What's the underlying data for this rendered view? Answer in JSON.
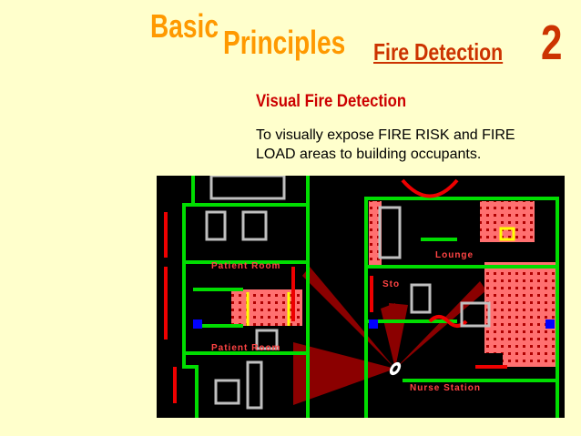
{
  "header": {
    "word1": "Basic",
    "word2": "Principles",
    "section": "Fire Detection",
    "number": "2"
  },
  "subtitle": "Visual Fire Detection",
  "description": "To visually expose FIRE RISK and FIRE LOAD areas to building occupants.",
  "floorplan": {
    "labels": {
      "patient_room_1": "Patient Room",
      "patient_room_2": "Patient Room",
      "lounge": "Lounge",
      "storage": "Sto",
      "nurse_station": "Nurse Station"
    },
    "colors": {
      "background": "#000000",
      "wall": "#00dd00",
      "fire_zone": "#ff6666",
      "fire_dot": "#cc0000",
      "view_cone": "#8b0000",
      "door_marker": "#0000ff",
      "highlight": "#ffff00",
      "gray_fixture": "#c0c0c0"
    }
  }
}
